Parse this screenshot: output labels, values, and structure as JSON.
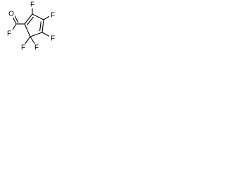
{
  "molecule": {
    "atoms": [
      {
        "id": "f_c1",
        "element": "F",
        "label": "F"
      },
      {
        "id": "f_c2",
        "element": "F",
        "label": "F"
      },
      {
        "id": "f_c3",
        "element": "F",
        "label": "F"
      },
      {
        "id": "f_c4a",
        "element": "F",
        "label": "F"
      },
      {
        "id": "f_c4b",
        "element": "F",
        "label": "F"
      },
      {
        "id": "f_acyl",
        "element": "F",
        "label": "F"
      },
      {
        "id": "o_carbonyl",
        "element": "O",
        "label": "O"
      }
    ]
  }
}
